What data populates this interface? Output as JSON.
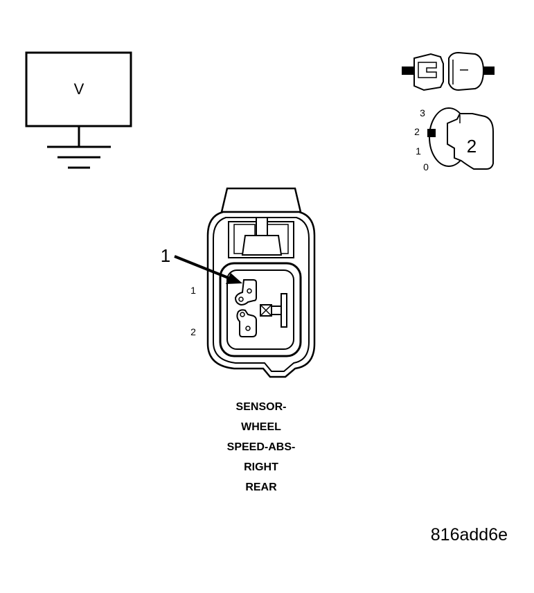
{
  "meter": {
    "symbol": "V"
  },
  "key_icon": {
    "scale": [
      "3",
      "2",
      "1",
      "0"
    ],
    "position": "2"
  },
  "connector": {
    "callout": "1",
    "pins": [
      "1",
      "2"
    ]
  },
  "caption_lines": [
    "SENSOR-",
    "WHEEL",
    "SPEED-ABS-",
    "RIGHT",
    "REAR"
  ],
  "figure_code": "816add6e",
  "colors": {
    "ink": "#000000",
    "paper": "#ffffff"
  }
}
